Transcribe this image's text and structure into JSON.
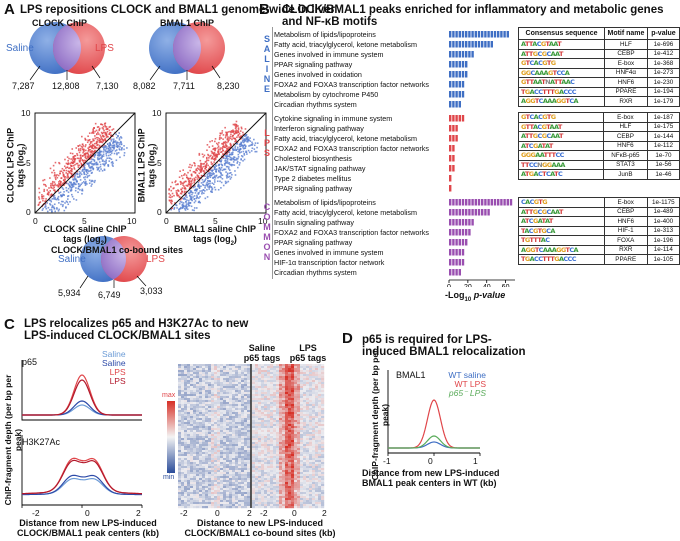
{
  "panelA": {
    "label": "A",
    "title": "LPS repositions CLOCK and BMAL1 genome-wide in liver",
    "clock": {
      "title": "CLOCK ChIP",
      "saline": "Saline",
      "lps": "LPS",
      "left": "7,287",
      "mid": "12,808",
      "right": "7,130"
    },
    "bmal": {
      "title": "BMAL1 ChIP",
      "left": "8,082",
      "mid": "7,711",
      "right": "8,230"
    },
    "scatter1": {
      "ylabel1": "CLOCK LPS ChIP",
      "ylabel2": "tags (log",
      "ylabel_sub": "2",
      "xlabel1": "CLOCK saline ChIP",
      "xlabel2": "tags (log",
      "xlabel_sub": "2",
      "ticks": [
        "0",
        "5",
        "10"
      ]
    },
    "scatter2": {
      "ylabel1": "BMAL1 LPS ChIP",
      "ylabel2": "tags (log",
      "ylabel_sub": "2",
      "xlabel1": "BMAL1 saline ChIP",
      "xlabel2": "tags (log",
      "xlabel_sub": "2",
      "ticks": [
        "0",
        "5",
        "10"
      ]
    },
    "cobound": {
      "title": "CLOCK/BMAL1 co-bound sites",
      "saline": "Saline",
      "lps": "LPS",
      "left": "5,934",
      "mid": "6,749",
      "right": "3,033"
    }
  },
  "panelB": {
    "label": "B",
    "title_line1": "CLOCK/BMAL1 peaks enriched for inflammatory and metabolic genes",
    "title_line2": "and NF-κB motifs",
    "groups": [
      {
        "name": "SALINE",
        "letters": [
          "S",
          "A",
          "L",
          "I",
          "N",
          "E"
        ],
        "color": "#3f6fc4",
        "terms": [
          "Metabolism of lipids/lipoproteins",
          "Fatty acid, triacylglycerol, ketone metabolism",
          "Genes involved in immune system",
          "PPAR signaling pathway",
          "Genes involved in oxidation",
          "FOXA2 and FOXA3 transcription factor networks",
          "Metabolism by cytochrome P450",
          "Circadian rhythms system"
        ],
        "values": [
          66,
          48,
          30,
          22,
          22,
          20,
          18,
          15
        ]
      },
      {
        "name": "LPS",
        "letters": [
          "L",
          "P",
          "S"
        ],
        "color": "#e0464a",
        "terms": [
          "Cytokine signaling in immune system",
          "Interferon signaling pathway",
          "Fatty acid, triacylglycerol, ketone metabolism",
          "FOXA2 and FOXA3 transcription factor networks",
          "Cholesterol biosynthesis",
          "JAK/STAT signaling pathway",
          "Type 2 diabetes mellitus",
          "PPAR signaling pathway"
        ],
        "values": [
          17,
          13,
          11,
          10,
          9,
          8,
          6,
          6
        ]
      },
      {
        "name": "COMMON",
        "letters": [
          "C",
          "O",
          "M",
          "M",
          "O",
          "N"
        ],
        "color": "#9a4fb0",
        "terms": [
          "Metabolism of lipids/lipoproteins",
          "Fatty acid, triacylglycerol, ketone metabolism",
          "Insulin signaling pathway",
          "FOXA2 and FOXA3 transcription factor networks",
          "PPAR signaling pathway",
          "Genes involved in immune system",
          "HIF-1α transcription factor network",
          "Circadian rhythms system"
        ],
        "values": [
          68,
          45,
          30,
          25,
          22,
          20,
          18,
          16
        ]
      }
    ],
    "xaxis": {
      "ticks": [
        "0",
        "20",
        "40",
        "60"
      ],
      "label": "-Log",
      "label_sub": "10",
      "label_italic": " p-value",
      "max": 70
    },
    "table": {
      "headers": [
        "Consensus sequence",
        "Motif name",
        "p-value"
      ],
      "saline": [
        [
          "ATTACGTAAT",
          "HLF",
          "1e-696"
        ],
        [
          "ATTGCGCAAT",
          "CEBP",
          "1e-412"
        ],
        [
          "GTCACGTG",
          "E-box",
          "1e-368"
        ],
        [
          "GGCAAAGTCCA",
          "HNF4α",
          "1e-273"
        ],
        [
          "GTTAATNATTAAC",
          "HNF6",
          "1e-230"
        ],
        [
          "TGACCTTTGACCC",
          "PPARE",
          "1e-194"
        ],
        [
          "AGGTCAAAGGTCA",
          "RXR",
          "1e-179"
        ]
      ],
      "lps": [
        [
          "GTCACGTG",
          "E-box",
          "1e-187"
        ],
        [
          "GTTACGTAAT",
          "HLF",
          "1e-175"
        ],
        [
          "ATTGCGCAAT",
          "CEBP",
          "1e-144"
        ],
        [
          "ATCGATAT",
          "HNF6",
          "1e-112"
        ],
        [
          "GGGAATTTCC",
          "NFκB-p65",
          "1e-70"
        ],
        [
          "TTCCNGGAAA",
          "STAT3",
          "1e-56"
        ],
        [
          "ATGACTCATC",
          "JunB",
          "1e-46"
        ]
      ],
      "common": [
        [
          "CACGTG",
          "E-box",
          "1e-1175"
        ],
        [
          "ATTGCGCAAT",
          "CEBP",
          "1e-489"
        ],
        [
          "ATCGATAT",
          "HNF6",
          "1e-400"
        ],
        [
          "TACGTGCA",
          "HIF-1",
          "1e-313"
        ],
        [
          "TGTTTAC",
          "FOXA",
          "1e-196"
        ],
        [
          "AGGTCAAAGGTCA",
          "RXR",
          "1e-114"
        ],
        [
          "TGACCTTTGACCC",
          "PPARE",
          "1e-105"
        ]
      ]
    }
  },
  "panelC": {
    "label": "C",
    "title_line1": "LPS relocalizes p65 and H3K27Ac to new",
    "title_line2": "LPS-induced CLOCK/BMAL1 sites",
    "p65": "p65",
    "h3k": "H3K27Ac",
    "legend": [
      {
        "name": "Saline",
        "color": "#6b9bd6"
      },
      {
        "name": "Saline",
        "color": "#2d4aa8"
      },
      {
        "name": "LPS",
        "color": "#e0464a"
      },
      {
        "name": "LPS",
        "color": "#b2182b"
      }
    ],
    "ylabel": "ChIP-fragment depth (per bp per peak)",
    "xticks": [
      "-2",
      "0",
      "2"
    ],
    "xlabel1": "Distance from new LPS-induced",
    "xlabel2": "CLOCK/BMAL1 peak centers (kb)",
    "heat_saline1": "Saline",
    "heat_saline2": "p65 tags",
    "heat_lps1": "LPS",
    "heat_lps2": "p65 tags",
    "max": "max",
    "min": "min",
    "heat_xticks": [
      "-2",
      "0",
      "2",
      "-2",
      "0",
      "2"
    ],
    "heat_xlabel1": "Distance to new LPS-induced",
    "heat_xlabel2": "CLOCK/BMAL1 co-bound sites (kb)"
  },
  "panelD": {
    "label": "D",
    "title_line1": "p65 is required for LPS-",
    "title_line2": "induced BMAL1 relocalization",
    "bmal": "BMAL1",
    "legend": [
      {
        "name": "WT saline",
        "color": "#3f6fc4"
      },
      {
        "name": "WT LPS",
        "color": "#e0464a"
      },
      {
        "name": "p65⁻ LPS",
        "color": "#5aab5a"
      }
    ],
    "ylabel": "ChIP-fragment depth (per bp per peak)",
    "xticks": [
      "-1",
      "0",
      "1"
    ],
    "xlabel1": "Distance from new LPS-induced",
    "xlabel2": "BMAL1 peak centers in WT (kb)"
  },
  "colors": {
    "saline": "#3f6fc4",
    "lps": "#e0464a",
    "common": "#9a4fb0",
    "overlap": "#a58fcf"
  }
}
